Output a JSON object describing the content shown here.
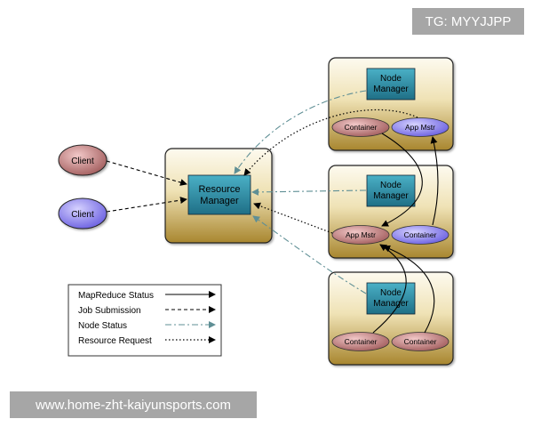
{
  "watermarks": {
    "top_right": "TG: MYYJJPP",
    "bottom_left": "www.home-zht-kaiyunsports.com"
  },
  "clients": [
    "Client",
    "Client"
  ],
  "resource_manager": {
    "line1": "Resource",
    "line2": "Manager"
  },
  "node_managers": [
    {
      "line1": "Node",
      "line2": "Manager",
      "items": [
        "Container",
        "App Mstr"
      ]
    },
    {
      "line1": "Node",
      "line2": "Manager",
      "items": [
        "App Mstr",
        "Container"
      ]
    },
    {
      "line1": "Node",
      "line2": "Manager",
      "items": [
        "Container",
        "Container"
      ]
    }
  ],
  "legend": {
    "items": [
      "MapReduce Status",
      "Job Submission",
      "Node Status",
      "Resource Request"
    ]
  },
  "colors": {
    "box_gradient_top": "#fbf6e3",
    "box_gradient_bottom": "#a8862f",
    "manager_fill": "#2f8fa6",
    "container_fill": "#b56f6f",
    "appmstr_fill": "#8a79e0",
    "client_red": "#b06a6a",
    "client_blue": "#6b66e6",
    "node_status_arrow": "#5f8f95"
  }
}
